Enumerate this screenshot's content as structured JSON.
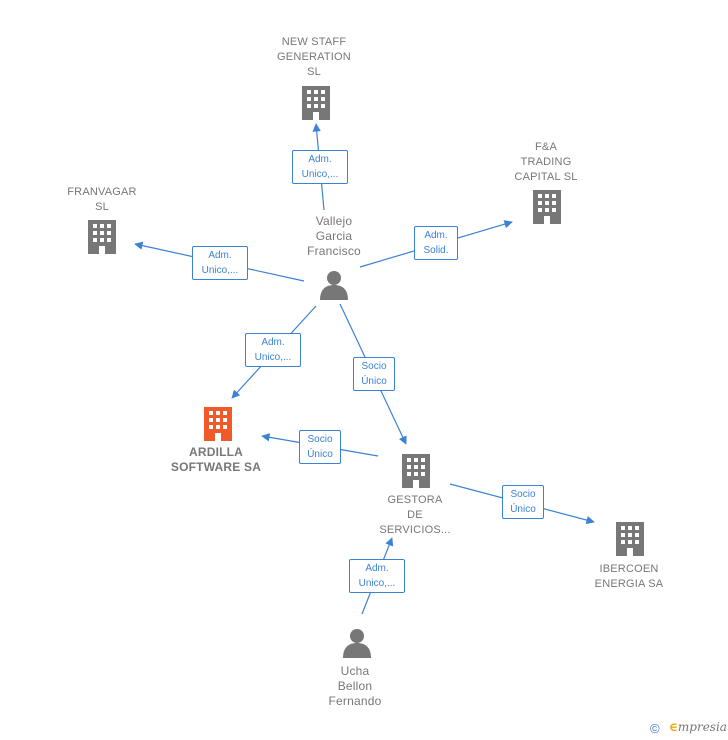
{
  "nodes": {
    "new_staff": "NEW STAFF\nGENERATION\nSL",
    "fa_trading": "F&A\nTRADING\nCAPITAL  SL",
    "franvagar": "FRANVAGAR\nSL",
    "vallejo": "Vallejo\nGarcia\nFrancisco",
    "ardilla": "ARDILLA\nSOFTWARE SA",
    "gestora": "GESTORA\nDE\nSERVICIOS...",
    "ibercoen": "IBERCOEN\nENERGIA SA",
    "ucha": "Ucha\nBellon\nFernando"
  },
  "edges": {
    "vallejo_newstaff": "Adm.\nUnico,...",
    "vallejo_fa": "Adm.\nSolid.",
    "vallejo_franvagar": "Adm.\nUnico,...",
    "vallejo_ardilla": "Adm.\nUnico,...",
    "vallejo_gestora": "Socio\nÚnico",
    "gestora_ardilla": "Socio\nÚnico",
    "gestora_ibercoen": "Socio\nÚnico",
    "ucha_gestora": "Adm.\nUnico,..."
  },
  "icons": {
    "company": "building-icon",
    "focus_company": "building-icon-highlighted",
    "person": "person-icon"
  },
  "colors": {
    "edge": "#3b82d6",
    "company": "#777777",
    "focus_company": "#f05a28",
    "person": "#777777",
    "brand_accent": "#f0a800"
  },
  "footer": {
    "copyright": "©",
    "brand_initial": "∈",
    "brand_rest": "mpresia"
  }
}
